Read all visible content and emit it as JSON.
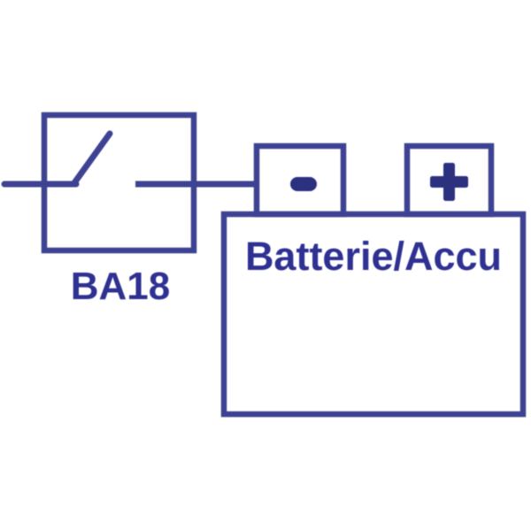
{
  "colors": {
    "line": "#3d4392",
    "text": "#2e3192",
    "symbol": "#2b307f",
    "background": "#ffffff"
  },
  "diagram": {
    "switch": {
      "label": "BA18",
      "icon": "open-switch-icon"
    },
    "battery": {
      "label": "Batterie/Accu",
      "terminals": [
        {
          "name": "negative",
          "symbol": "-"
        },
        {
          "name": "positive",
          "symbol": "+"
        }
      ]
    }
  }
}
